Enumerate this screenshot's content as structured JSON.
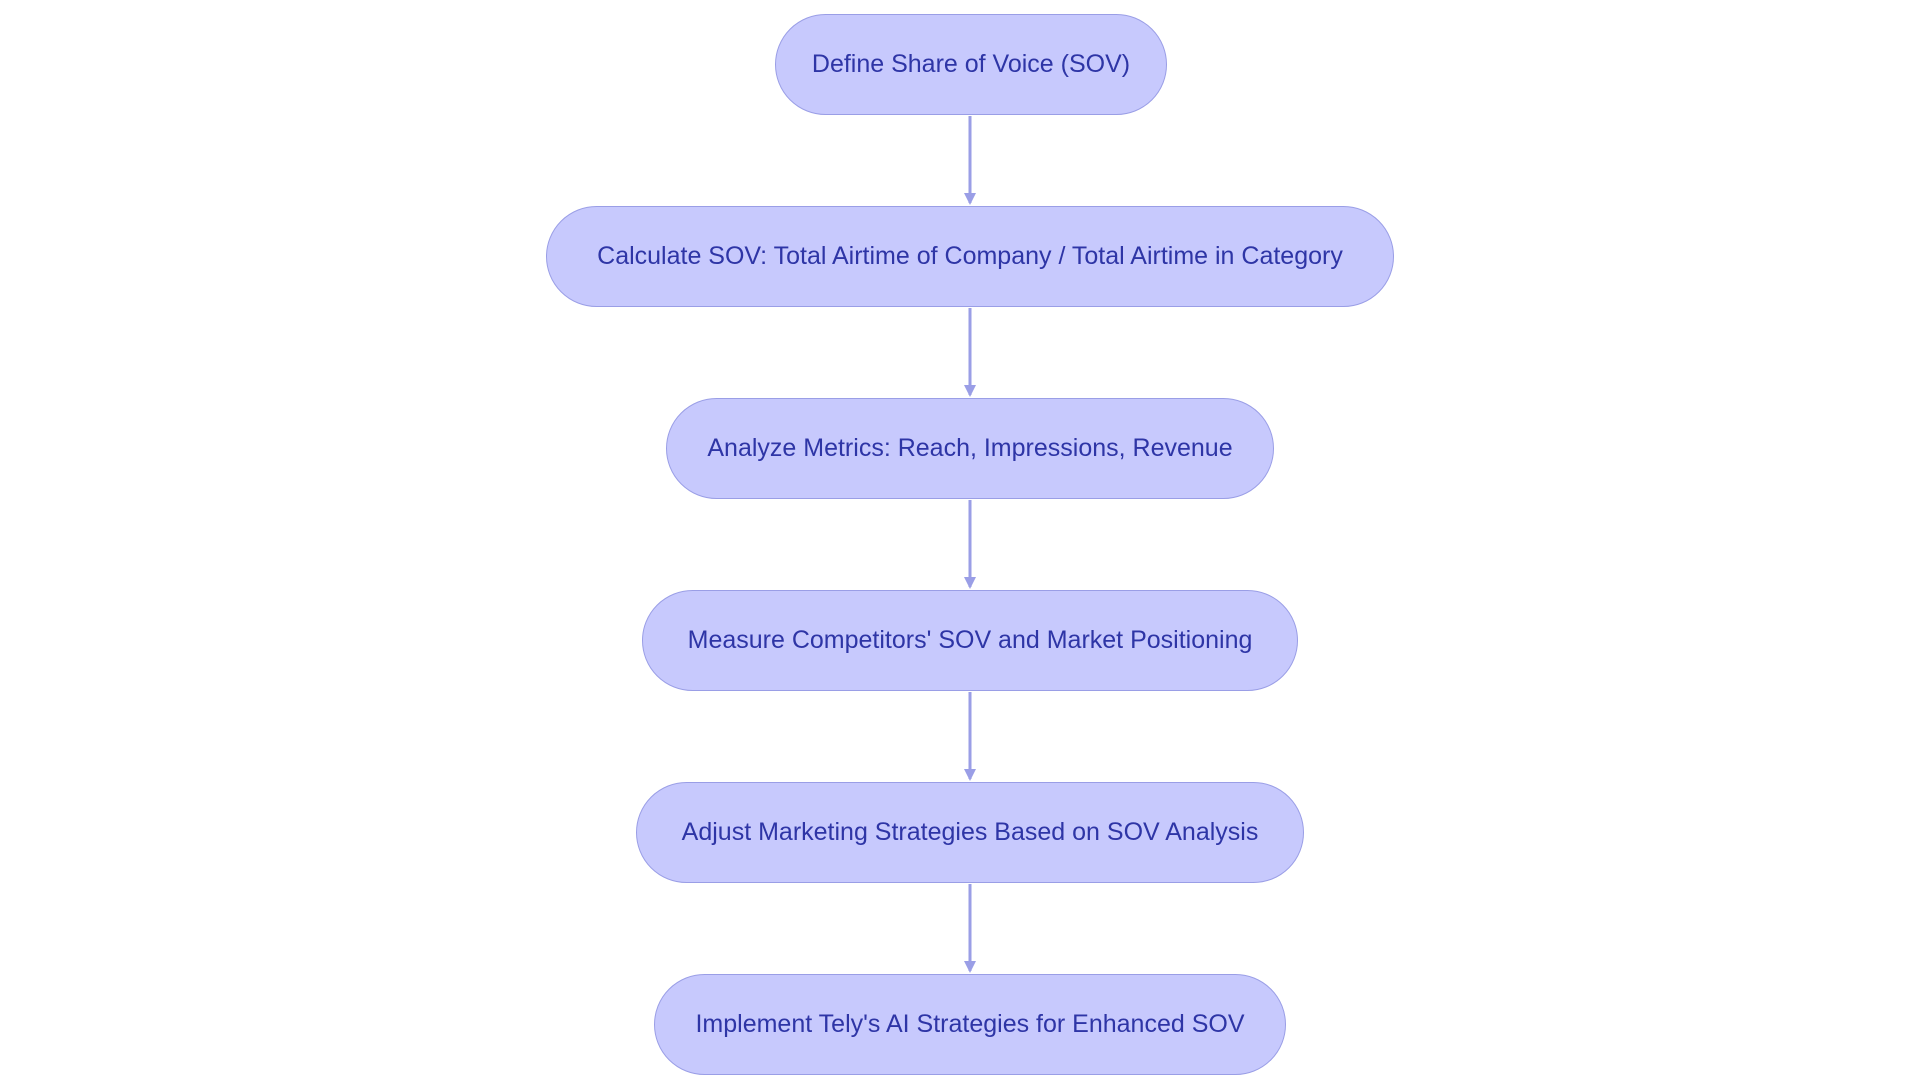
{
  "diagram": {
    "type": "flowchart",
    "direction": "top-to-bottom",
    "nodes": [
      {
        "id": "n1",
        "label": "Define Share of Voice (SOV)"
      },
      {
        "id": "n2",
        "label": "Calculate SOV: Total Airtime of Company / Total Airtime in Category"
      },
      {
        "id": "n3",
        "label": "Analyze Metrics: Reach, Impressions, Revenue"
      },
      {
        "id": "n4",
        "label": "Measure Competitors' SOV and Market Positioning"
      },
      {
        "id": "n5",
        "label": "Adjust Marketing Strategies Based on SOV Analysis"
      },
      {
        "id": "n6",
        "label": "Implement Tely's AI Strategies for Enhanced SOV"
      }
    ],
    "edges": [
      {
        "from": "n1",
        "to": "n2"
      },
      {
        "from": "n2",
        "to": "n3"
      },
      {
        "from": "n3",
        "to": "n4"
      },
      {
        "from": "n4",
        "to": "n5"
      },
      {
        "from": "n5",
        "to": "n6"
      }
    ],
    "colors": {
      "node_fill": "#c7c9fd",
      "node_border": "#9a9ee6",
      "text": "#2e35a6",
      "edge": "#9a9ee6"
    }
  }
}
